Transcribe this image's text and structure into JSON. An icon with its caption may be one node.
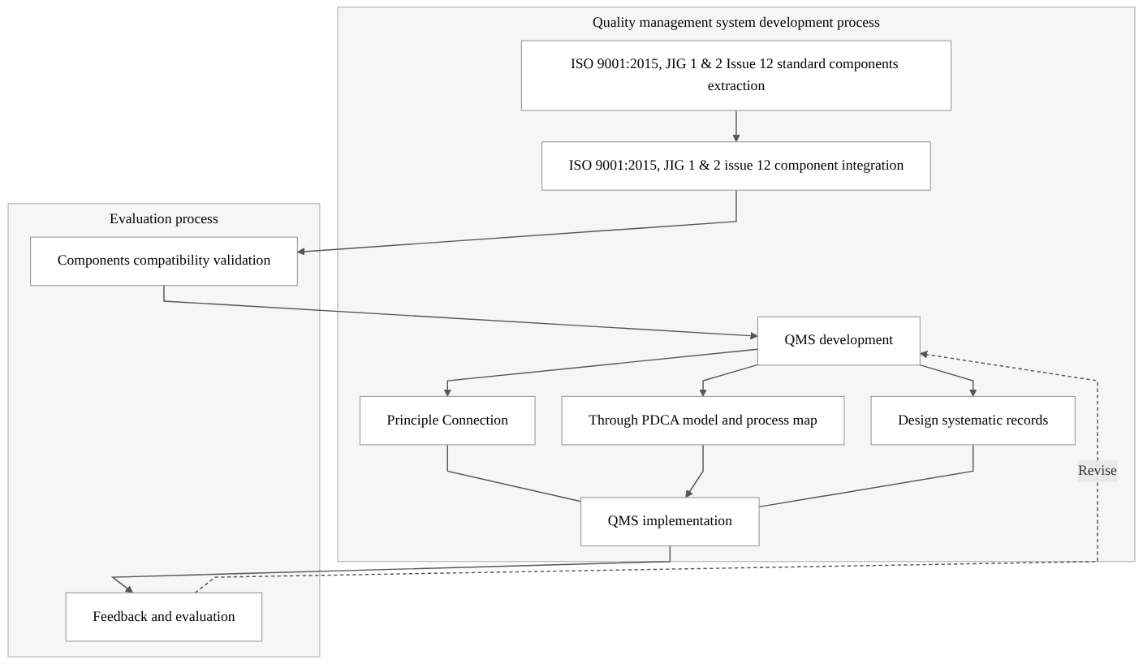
{
  "diagram": {
    "nodes": [
      {
        "text": [
          "Quality management system development process"
        ]
      },
      {
        "text": [
          "ISO 9001:2015, JIG 1 & 2 Issue 12 standard components extraction"
        ],
        "in": 0
      },
      {
        "text": [
          "ISO 9001:2015, JIG 1 & 2 issue 12 component integration"
        ],
        "in": 0
      },
      {
        "text": [
          "QMS development"
        ],
        "in": 0
      },
      {
        "text": [
          "Principle Connection"
        ],
        "in": 0
      },
      {
        "text": [
          "Through PDCA model and process map"
        ],
        "in": 0
      },
      {
        "text": [
          "Design systematic records"
        ],
        "in": 0
      },
      {
        "text": [
          "QMS implementation"
        ],
        "in": 0
      },
      {
        "text": [
          "Evaluation process"
        ]
      },
      {
        "text": [
          "Components compatibility validation"
        ],
        "in": 8
      },
      {
        "text": [
          "Feedback and evaluation"
        ],
        "in": 8
      }
    ],
    "edges": [
      {
        "from": 1,
        "to": 2,
        "arrow": "to"
      },
      {
        "from": 2,
        "to": 9,
        "arrow": "to"
      },
      {
        "from": 9,
        "to": 3,
        "arrow": "to"
      },
      {
        "from": 3,
        "to": 4,
        "arrow": "to"
      },
      {
        "from": 3,
        "to": 5,
        "arrow": "to"
      },
      {
        "from": 3,
        "to": 6,
        "arrow": "to"
      },
      {
        "from": 4,
        "to": 7,
        "arrow": "none"
      },
      {
        "from": 5,
        "to": 7,
        "arrow": "to"
      },
      {
        "from": 6,
        "to": 7,
        "arrow": "none"
      },
      {
        "from": 7,
        "to": 10,
        "arrow": "to"
      },
      {
        "from": 10,
        "to": 3,
        "arrow": "to",
        "label": "Revise",
        "style": "dashed"
      }
    ]
  }
}
